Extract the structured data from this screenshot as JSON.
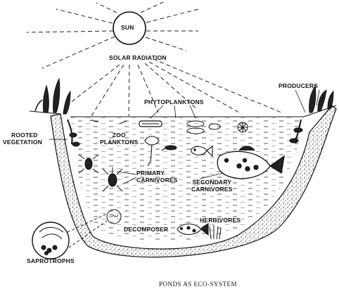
{
  "labels": {
    "sun": "SUN",
    "solar_radiation": "SOLAR RADIATION",
    "phytoplanktons": "PHYTOPLANKTONS",
    "producers": "PRODUCERS",
    "rooted_vegetation_1": "ROOTED",
    "rooted_vegetation_2": "VEGETATION",
    "zoo_planktons_1": "ZOO",
    "zoo_planktons_2": "PLANKTONS",
    "primary_carnivores_1": "PRIMARY",
    "primary_carnivores_2": "CARNIVORES",
    "secondary_carnivores_1": "SECONDARY",
    "secondary_carnivores_2": "CARNIVORES",
    "herbivores": "HERBIVORES",
    "decomposer": "DECOMPOSER",
    "saprotrophs": "SAPROTROPHS"
  },
  "caption": "PONDS AS ECO-SYSTEM"
}
